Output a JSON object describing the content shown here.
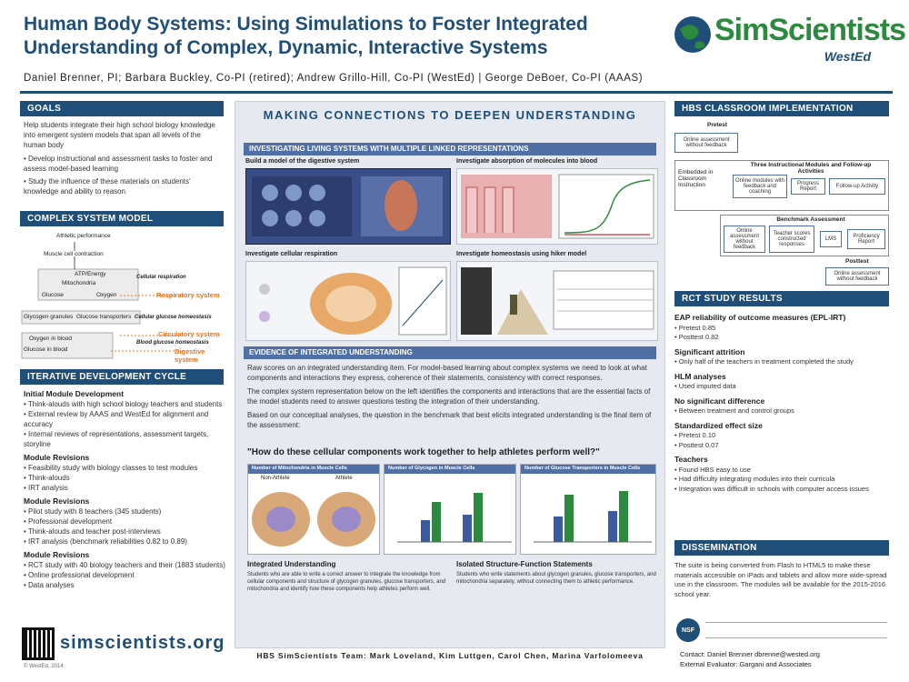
{
  "header": {
    "title_line1": "Human Body Systems: Using Simulations to Foster Integrated",
    "title_line2": "Understanding of Complex, Dynamic, Interactive Systems",
    "authors": "Daniel Brenner, PI; Barbara Buckley, Co-PI (retired); Andrew Grillo-Hill, Co-PI (WestEd) | George DeBoer, Co-PI (AAAS)",
    "logo_text": "SimScientists",
    "logo_sub": "WestEd"
  },
  "goals": {
    "heading": "GOALS",
    "intro": "Help students integrate their high school biology knowledge into emergent system models that span all levels of the human body",
    "bullets": [
      "Develop instructional and assessment tasks to foster and assess model-based learning",
      "Study the influence of these materials on students' knowledge and ability to reason"
    ]
  },
  "complex_model": {
    "heading": "COMPLEX SYSTEM MODEL",
    "nodes": [
      "Athletic performance",
      "Muscle cell contraction",
      "ATP/Energy",
      "Mitochondria",
      "Glucose",
      "Oxygen",
      "Glycogen granules",
      "Glucose transporters",
      "Oxygen in blood",
      "Glucose in blood"
    ],
    "labels": [
      "Cellular respiration",
      "Cellular glucose homeostasis",
      "Blood glucose homeostasis"
    ],
    "systems": [
      "Respiratory system",
      "Circulatory system",
      "Digestive system"
    ]
  },
  "iterative": {
    "heading": "ITERATIVE DEVELOPMENT CYCLE",
    "groups": [
      {
        "title": "Initial Module Development",
        "items": [
          "Think-alouds with high school biology teachers and students",
          "External review by AAAS and WestEd for alignment and accuracy",
          "Internal reviews of representations, assessment targets, storyline"
        ]
      },
      {
        "title": "Module Revisions",
        "items": [
          "Feasibility study with biology classes to test modules",
          "Think-alouds",
          "IRT analysis"
        ]
      },
      {
        "title": "Module Revisions",
        "items": [
          "Pilot study with 8 teachers (345 students)",
          "Professional development",
          "Think-alouds and teacher post-interviews",
          "IRT analysis (benchmark reliabilities 0.82 to 0.89)"
        ]
      },
      {
        "title": "Module Revisions",
        "items": [
          "RCT study with 40 biology teachers and their (1883 students)",
          "Online professional development",
          "Data analyses"
        ]
      }
    ]
  },
  "center": {
    "title": "MAKING CONNECTIONS TO DEEPEN UNDERSTANDING",
    "sub1": "INVESTIGATING LIVING SYSTEMS WITH MULTIPLE LINKED REPRESENTATIONS",
    "thumbs": [
      "Build a model of the digestive system",
      "Investigate absorption of molecules into blood",
      "Investigate cellular respiration",
      "Investigate homeostasis using hiker model"
    ],
    "sub2": "EVIDENCE OF INTEGRATED UNDERSTANDING",
    "para1": "Raw scores on an integrated understanding item. For model-based learning about complex systems we need to look at what components and interactions they express, coherence of their statements, consistency with correct responses.",
    "para2": "The complex system representation below on the left identifies the components and interactions that are the essential facts of the model students need to answer questions testing the integration of their understanding.",
    "para3": "Based on our conceptual analyses, the question in the benchmark that best elicits integrated understanding is the final item of the assessment:",
    "quote": "\"How do these cellular components work together to help athletes perform well?\"",
    "panels": [
      "Number of Mitochondria in Muscle Cells",
      "Number of Glycogen in Muscle Cells",
      "Number of Glucose Transporters in Muscle Cells"
    ],
    "cell_labels": [
      "Non-Athlete",
      "Athlete"
    ],
    "col1_title": "Integrated Understanding",
    "col1_text": "Students who are able to write a correct answer to integrate the knowledge from cellular components and structure of glycogen granules, glucose transporters, and mitochondria and identify how these components help athletes perform well.",
    "col2_title": "Isolated Structure-Function Statements",
    "col2_text": "Students who write statements about glycogen granules, glucose transporters, and mitochondria separately, without connecting them to athletic performance."
  },
  "classroom": {
    "heading": "HBS CLASSROOM IMPLEMENTATION",
    "pretest": "Pretest",
    "pretest_box": "Online assessment without feedback",
    "embedded": "Embedded in Classroom Instruction",
    "three": "Three Instructional Modules and Follow-up Activities",
    "modules_box": "Online modules with feedback and coaching",
    "progress": "Progress Report",
    "followup": "Follow-up Activity",
    "benchmark": "Benchmark Assessment",
    "bm_boxes": [
      "Online assessment without feedback",
      "Teacher scores constructed responses",
      "LMS",
      "Proficiency Report"
    ],
    "posttest": "Posttest",
    "posttest_box": "Online assessment without feedback"
  },
  "rct": {
    "heading": "RCT STUDY RESULTS",
    "items": [
      {
        "title": "EAP reliability of outcome measures (EPL-IRT)",
        "bullets": [
          "Pretest 0.85",
          "Posttest 0.82"
        ]
      },
      {
        "title": "Significant attrition",
        "bullets": [
          "Only half of the teachers in treatment completed the study"
        ]
      },
      {
        "title": "HLM analyses",
        "bullets": [
          "Used imputed data"
        ]
      },
      {
        "title": "No significant difference",
        "bullets": [
          "Between treatment and control groups"
        ]
      },
      {
        "title": "Standardized effect size",
        "bullets": [
          "Pretest 0.10",
          "Posttest 0.07"
        ]
      },
      {
        "title": "Teachers",
        "bullets": [
          "Found HBS easy to use",
          "Had difficulty integrating modules into their curricula",
          "Integration was difficult in schools with computer access issues"
        ]
      }
    ]
  },
  "dissemination": {
    "heading": "DISSEMINATION",
    "text": "The suite is being converted from Flash to HTML5 to make these materials accessible on iPads and tablets and allow more wide-spread use in the classroom. The modules will be available for the 2015-2016 school year."
  },
  "footer": {
    "site": "simscientists.org",
    "team": "HBS SimScientists Team: Mark Loveland, Kim Luttgen, Carol Chen, Marina Varfolomeeva",
    "contact1": "Contact: Daniel Brenner dbrenne@wested.org",
    "contact2": "External Evaluator: Gargani and Associates",
    "date": "© WestEd, 2014",
    "nsf": "NSF"
  },
  "colors": {
    "primary": "#1f4e79",
    "accent": "#e8731e",
    "green": "#2c8a3e"
  }
}
